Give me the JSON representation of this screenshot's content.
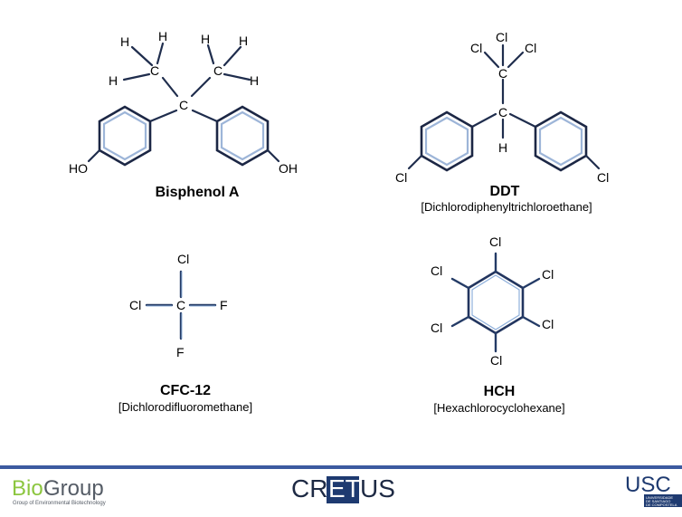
{
  "molecules": {
    "bpa": {
      "name": "Bisphenol A",
      "atoms": {
        "h1": "H",
        "h2": "H",
        "h3": "H",
        "h4": "H",
        "h5": "H",
        "h6": "H",
        "c1": "C",
        "c2": "C",
        "c3": "C",
        "ho": "HO",
        "oh": "OH"
      }
    },
    "ddt": {
      "name": "DDT",
      "full_name": "[Dichlorodiphenyltrichloroethane]",
      "atoms": {
        "cl1": "Cl",
        "cl2": "Cl",
        "cl3": "Cl",
        "c1": "C",
        "c2": "C",
        "h": "H",
        "cl4": "Cl",
        "cl5": "Cl"
      }
    },
    "cfc": {
      "name": "CFC-12",
      "full_name": "[Dichlorodifluoromethane]",
      "atoms": {
        "cl_top": "Cl",
        "cl_left": "Cl",
        "c": "C",
        "f_right": "F",
        "f_bottom": "F"
      }
    },
    "hch": {
      "name": "HCH",
      "full_name": "[Hexachlorocyclohexane]",
      "atoms": {
        "cl1": "Cl",
        "cl2": "Cl",
        "cl3": "Cl",
        "cl4": "Cl",
        "cl5": "Cl",
        "cl6": "Cl"
      }
    }
  },
  "footer": {
    "biogroup": {
      "bio": "Bio",
      "group": "Group",
      "subtitle": "Group of Environmental Biotechnology"
    },
    "cretus": {
      "cr": "CR",
      "et": "ET",
      "us": "US"
    },
    "usc": {
      "letters": "USC",
      "line1": "UNIVERSIDADE",
      "line2": "DE SANTIAGO",
      "line3": "DE COMPOSTELA"
    },
    "colors": {
      "accent": "#3c5aa0",
      "bio_green": "#8cc63f",
      "navy": "#1e3a70"
    }
  }
}
